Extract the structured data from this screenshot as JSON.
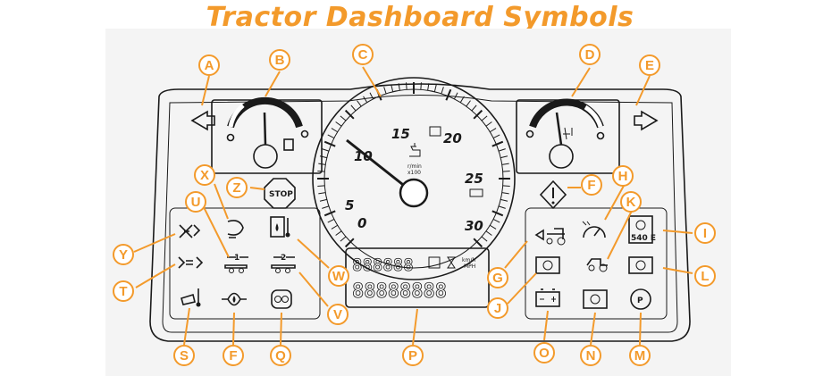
{
  "title": "Tractor Dashboard Symbols",
  "tach": {
    "numbers": [
      "0",
      "5",
      "10",
      "15",
      "20",
      "25",
      "30"
    ],
    "rpm_label": "r/min",
    "rpm_mult": "x100"
  },
  "lcd": {
    "unit_top": "km/h",
    "unit_bottom": "MPH"
  },
  "pto_label": "540 E",
  "stop_label": "STOP",
  "tow_left_label": "1",
  "tow_right_label": "2",
  "callouts": [
    "A",
    "B",
    "C",
    "D",
    "E",
    "F",
    "G",
    "H",
    "I",
    "J",
    "K",
    "L",
    "M",
    "N",
    "O",
    "P",
    "Q",
    "S",
    "T",
    "U",
    "V",
    "W",
    "X",
    "Y",
    "Z",
    "F"
  ],
  "colors": {
    "accent": "#f39a2b",
    "ink": "#1a1a1a"
  }
}
